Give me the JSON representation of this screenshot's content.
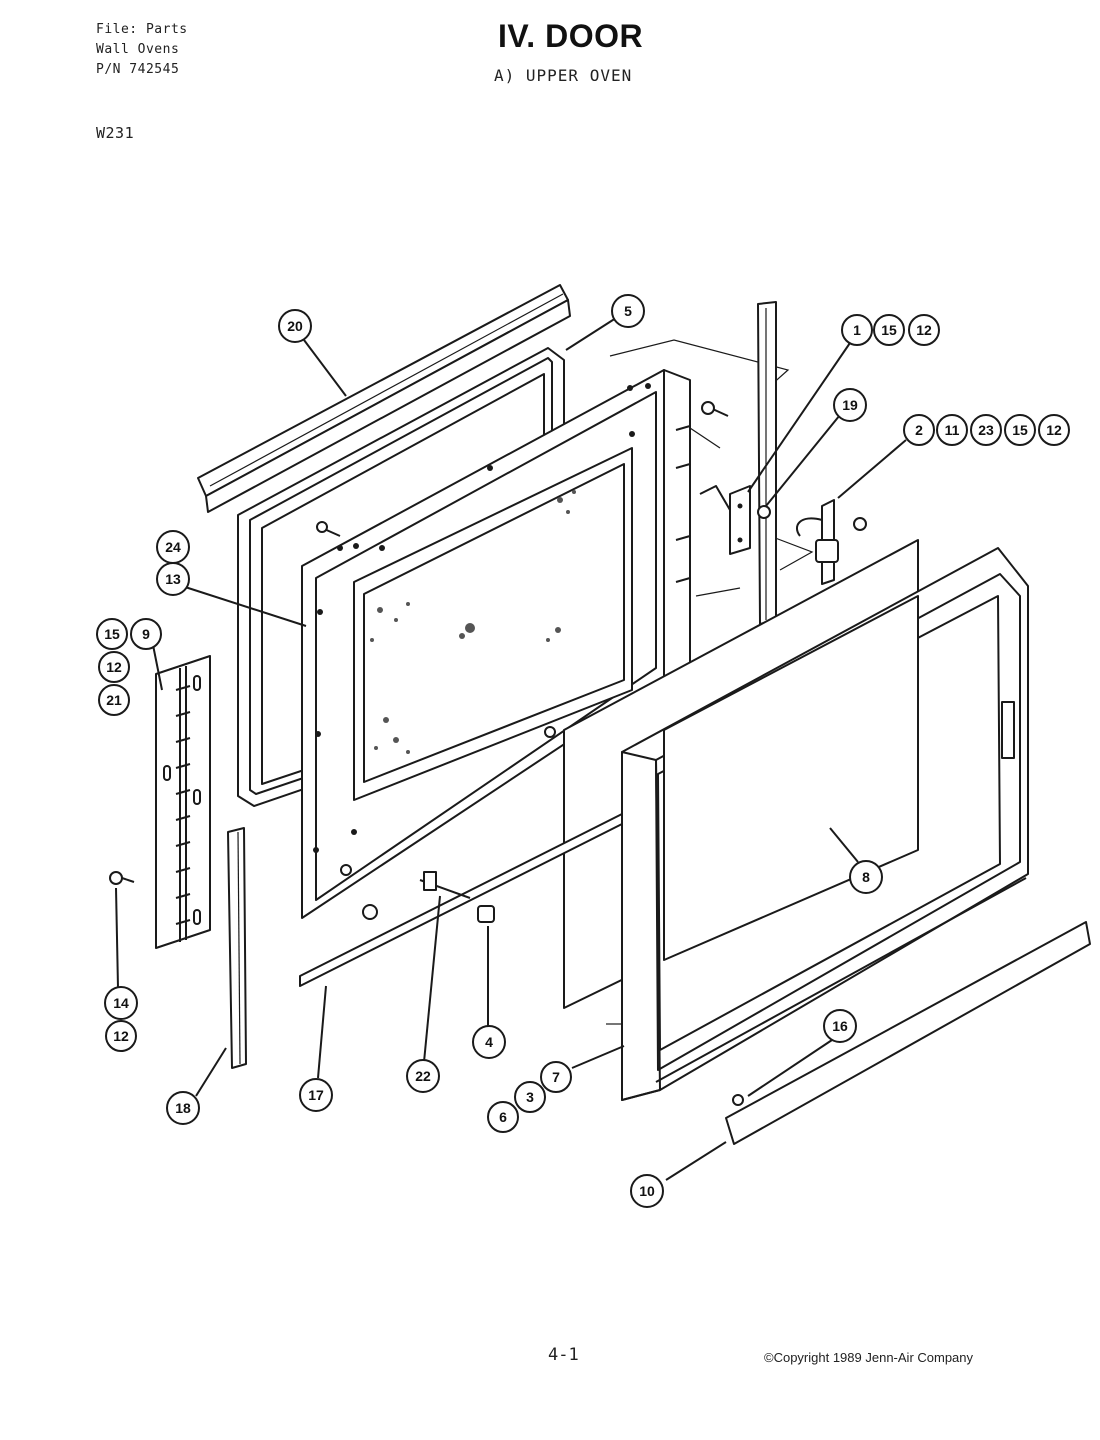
{
  "header": {
    "file_line": "File: Parts",
    "product_line": "Wall Ovens",
    "part_number_line": "P/N 742545",
    "model": "W231"
  },
  "title": "IV. DOOR",
  "subtitle": "A)  UPPER OVEN",
  "footer": {
    "page_number": "4-1",
    "copyright": "©Copyright 1989 Jenn-Air Company"
  },
  "callouts": [
    {
      "id": "c20",
      "label": "20"
    },
    {
      "id": "c5",
      "label": "5"
    },
    {
      "id": "c1",
      "label": "1"
    },
    {
      "id": "c15a",
      "label": "15"
    },
    {
      "id": "c12a",
      "label": "12"
    },
    {
      "id": "c19",
      "label": "19"
    },
    {
      "id": "c2",
      "label": "2"
    },
    {
      "id": "c11",
      "label": "11"
    },
    {
      "id": "c23",
      "label": "23"
    },
    {
      "id": "c15b",
      "label": "15"
    },
    {
      "id": "c12b",
      "label": "12"
    },
    {
      "id": "c24",
      "label": "24"
    },
    {
      "id": "c13",
      "label": "13"
    },
    {
      "id": "c15c",
      "label": "15"
    },
    {
      "id": "c9",
      "label": "9"
    },
    {
      "id": "c12c",
      "label": "12"
    },
    {
      "id": "c21",
      "label": "21"
    },
    {
      "id": "c8",
      "label": "8"
    },
    {
      "id": "c14",
      "label": "14"
    },
    {
      "id": "c12d",
      "label": "12"
    },
    {
      "id": "c4",
      "label": "4"
    },
    {
      "id": "c16",
      "label": "16"
    },
    {
      "id": "c7",
      "label": "7"
    },
    {
      "id": "c3",
      "label": "3"
    },
    {
      "id": "c6",
      "label": "6"
    },
    {
      "id": "c22",
      "label": "22"
    },
    {
      "id": "c17",
      "label": "17"
    },
    {
      "id": "c18",
      "label": "18"
    },
    {
      "id": "c10",
      "label": "10"
    }
  ]
}
